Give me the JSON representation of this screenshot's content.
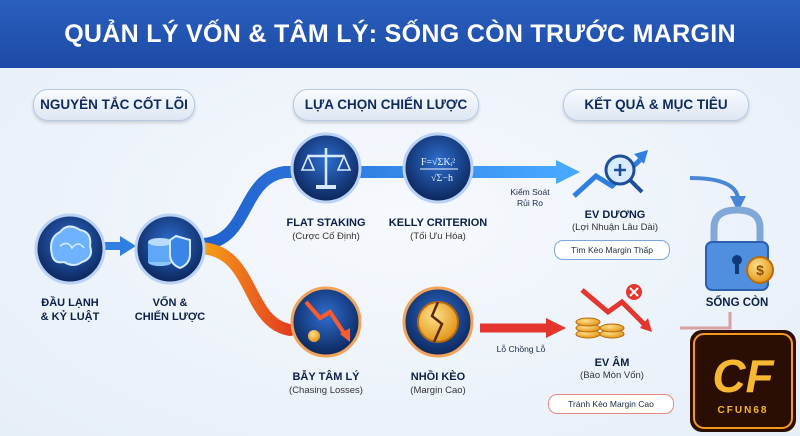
{
  "title": "QUẢN LÝ VỐN & TÂM LÝ: SỐNG CÒN TRƯỚC MARGIN",
  "columns": {
    "core": "NGUYÊN TẮC CỐT LÕI",
    "strategy": "LỰA CHỌN CHIẾN LƯỢC",
    "result": "KẾT QUẢ & MỤC TIÊU"
  },
  "nodes": {
    "mind": {
      "line1": "ĐẦU LẠNH",
      "line2": "& KỶ LUẬT"
    },
    "capital": {
      "line1": "VỐN &",
      "line2": "CHIẾN LƯỢC"
    },
    "flat": {
      "label": "FLAT STAKING",
      "sub": "(Cược Cố Định)"
    },
    "kelly": {
      "label": "KELLY CRITERION",
      "sub": "(Tối Ưu Hóa)",
      "formula": "F=√ΣKᵢ² / √Σ−h"
    },
    "trap": {
      "label": "BẪY TÂM LÝ",
      "sub": "(Chasing Losses)"
    },
    "heavy": {
      "label": "NHỒI KÈO",
      "sub": "(Margin Cao)"
    },
    "ev_plus": {
      "label": "EV DƯƠNG",
      "sub": "(Lợi Nhuận Lâu Dài)",
      "tag": "Tìm Kèo Margin Thấp"
    },
    "ev_minus": {
      "label": "EV ÂM",
      "sub": "(Bào Mòn Vốn)",
      "tag": "Tránh Kèo Margin Cao"
    },
    "survive": {
      "label": "SỐNG CÒN"
    }
  },
  "arrows": {
    "risk_control": {
      "line1": "Kiểm Soát",
      "line2": "Rủi Ro"
    },
    "stop_loss": "Lỗ Chồng Lỗ"
  },
  "logo": {
    "text": "CFUN68"
  },
  "colors": {
    "header": "#1d4aa5",
    "blue_path": "#2f7fe0",
    "orange_path": "#ef6a1f",
    "red_arrow": "#e2362f",
    "circle_dark": "#0e2c66",
    "gold": "#f2b233"
  }
}
